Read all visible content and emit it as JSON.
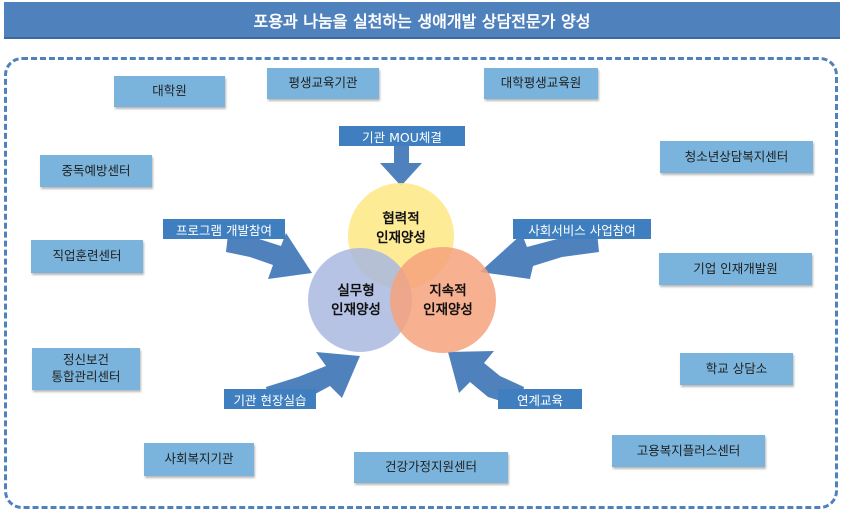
{
  "title": "포용과 나눔을 실천하는 생애개발 상담전문가 양성",
  "venn": {
    "top": "협력적\n인재양성",
    "left": "실무형\n인재양성",
    "right": "지속적\n인재양성",
    "colors": {
      "top": "#fde98a",
      "left": "#a9b9e1",
      "right": "#f6a27c"
    }
  },
  "arrows": {
    "top": "기관 MOU체결",
    "upper_left": "프로그램 개발참여",
    "upper_right": "사회서비스 사업참여",
    "lower_left": "기관 현장실습",
    "lower_right": "연계교육"
  },
  "organizations": {
    "grad_school": "대학원",
    "lifelong_edu": "평생교육기관",
    "univ_lifelong_edu": "대학평생교육원",
    "addiction_center": "중독예방센터",
    "youth_center": "청소년상담복지센터",
    "vocational_center": "직업훈련센터",
    "corporate_hr": "기업 인재개발원",
    "mental_health": "정신보건\n통합관리센터",
    "school_counseling": "학교 상담소",
    "welfare_agency": "사회복지기관",
    "family_center": "건강가정지원센터",
    "employment_center": "고용복지플러스센터"
  },
  "colors": {
    "title_bg": "#4f81bd",
    "box": "#7ab4dc",
    "arrow": "#4f81bd",
    "arrow_label": "#3f7fbf"
  }
}
